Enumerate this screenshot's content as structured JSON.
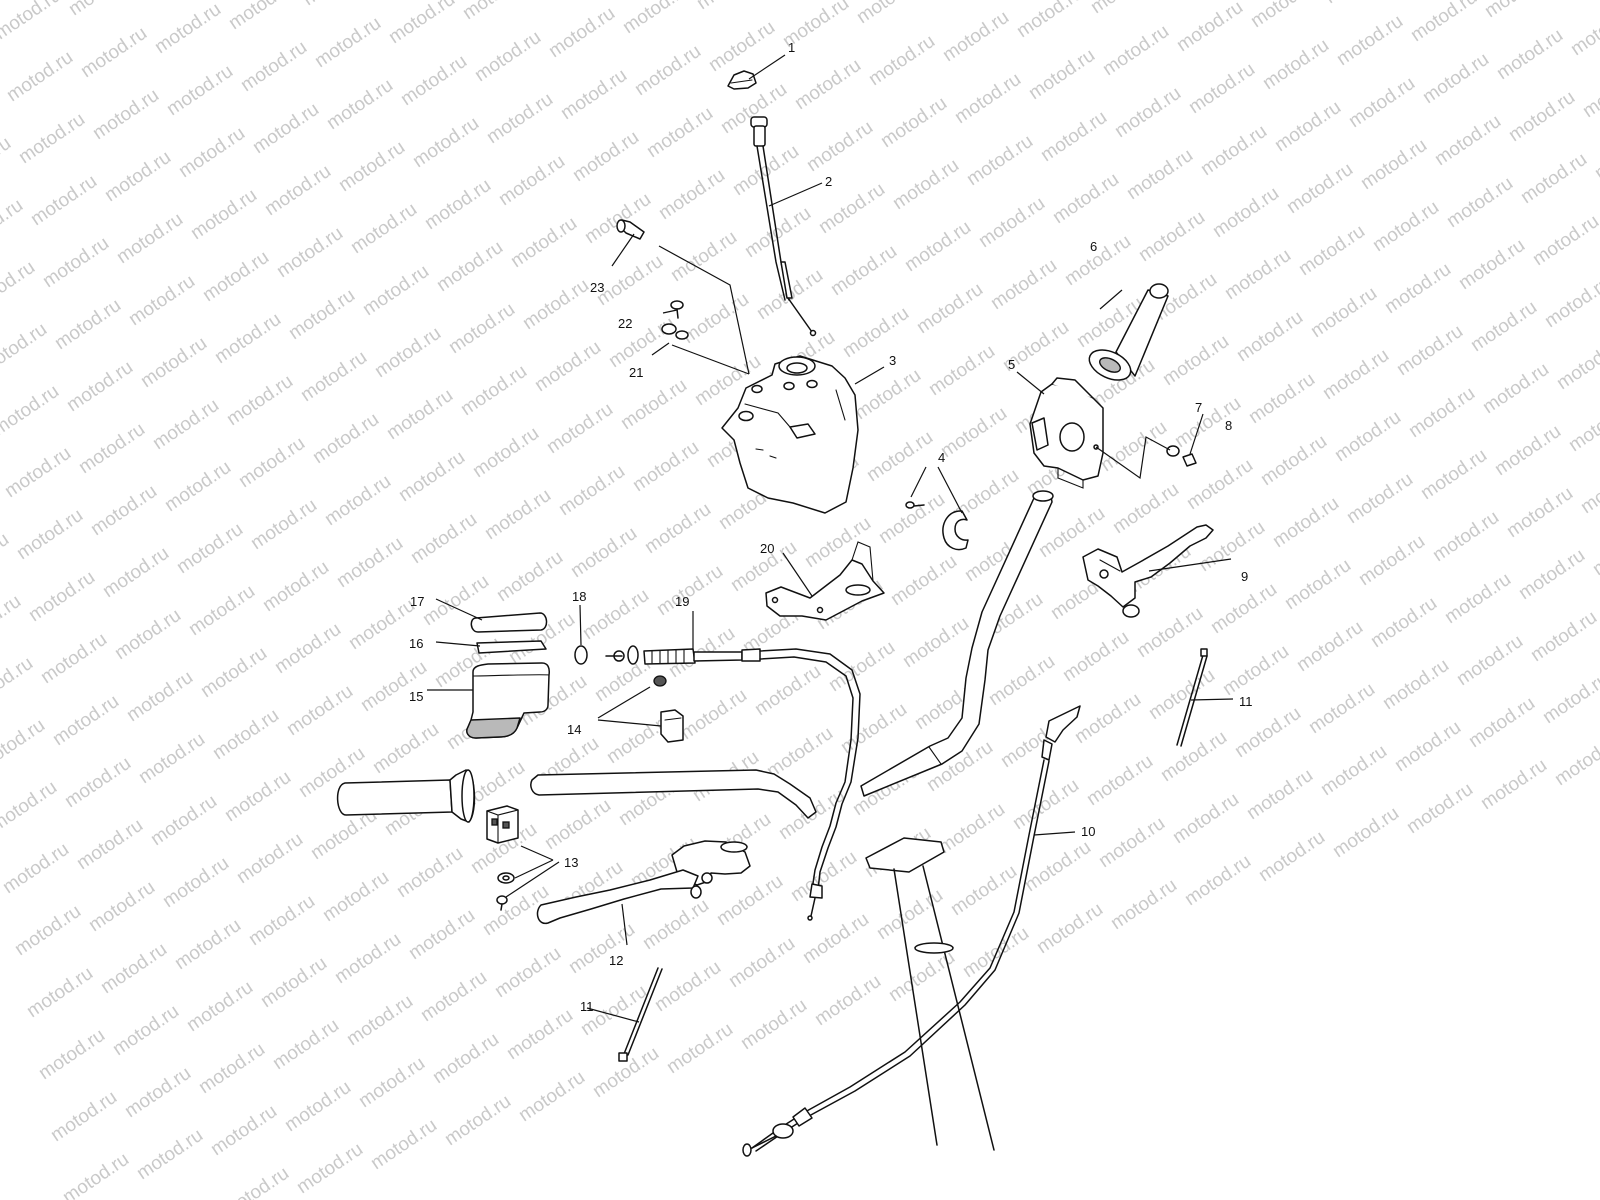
{
  "watermark": "motod.ru",
  "callouts": [
    {
      "id": "1",
      "label": "1"
    },
    {
      "id": "2",
      "label": "2"
    },
    {
      "id": "3",
      "label": "3"
    },
    {
      "id": "4",
      "label": "4"
    },
    {
      "id": "5",
      "label": "5"
    },
    {
      "id": "6",
      "label": "6"
    },
    {
      "id": "7",
      "label": "7"
    },
    {
      "id": "8",
      "label": "8"
    },
    {
      "id": "9",
      "label": "9"
    },
    {
      "id": "10",
      "label": "10"
    },
    {
      "id": "11a",
      "label": "11"
    },
    {
      "id": "11b",
      "label": "11"
    },
    {
      "id": "12",
      "label": "12"
    },
    {
      "id": "13",
      "label": "13"
    },
    {
      "id": "14",
      "label": "14"
    },
    {
      "id": "15",
      "label": "15"
    },
    {
      "id": "16",
      "label": "16"
    },
    {
      "id": "17",
      "label": "17"
    },
    {
      "id": "18",
      "label": "18"
    },
    {
      "id": "19",
      "label": "19"
    },
    {
      "id": "20",
      "label": "20"
    },
    {
      "id": "21",
      "label": "21"
    },
    {
      "id": "22",
      "label": "22"
    },
    {
      "id": "23",
      "label": "23"
    }
  ]
}
